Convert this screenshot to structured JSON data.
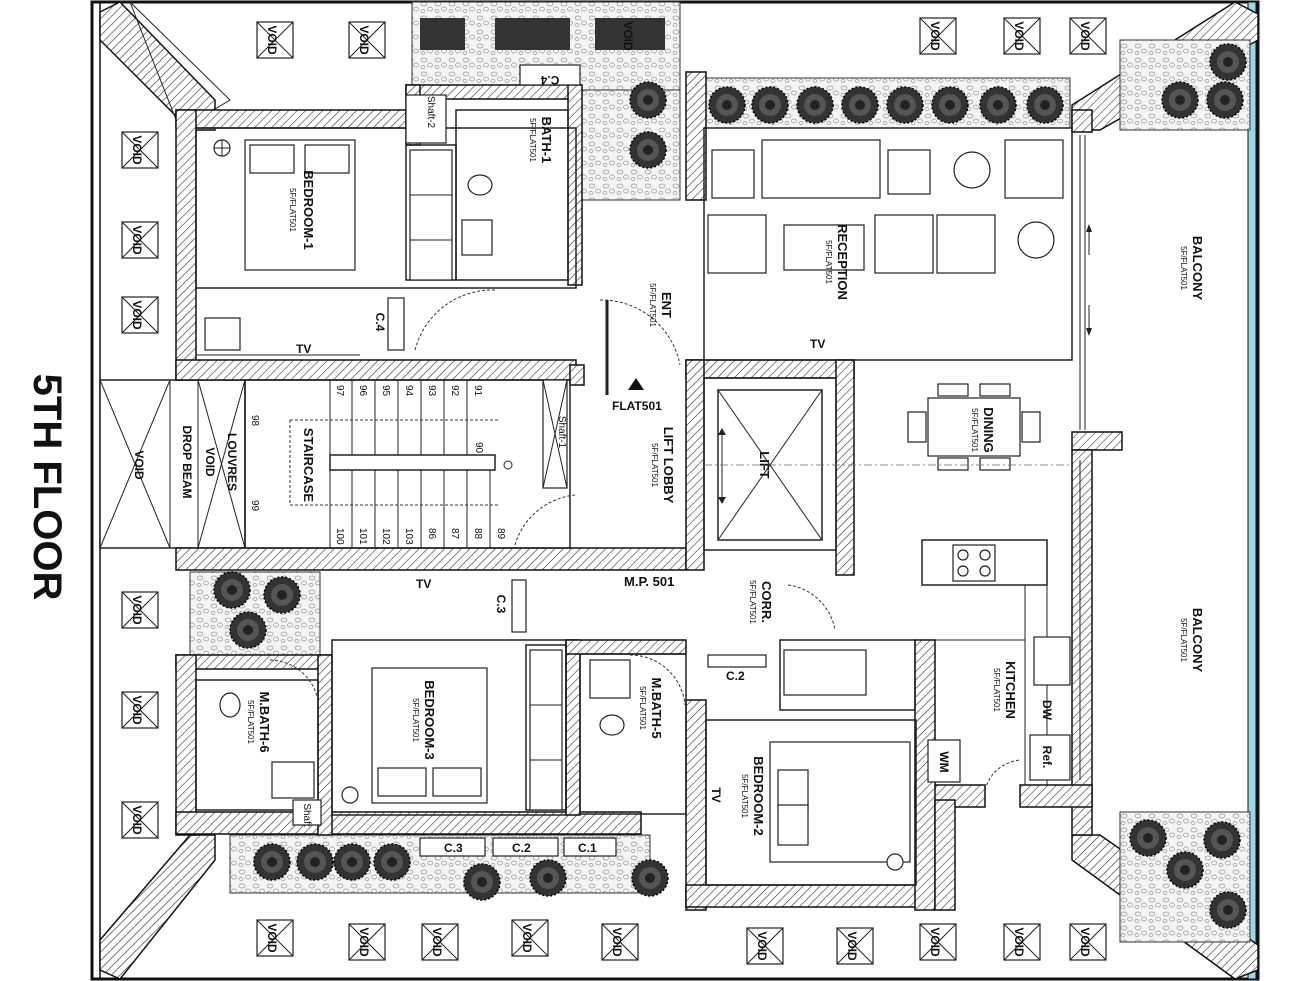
{
  "drawing": {
    "floor_title": "5TH FLOOR"
  },
  "rooms": {
    "bedroom1": "BEDROOM-1",
    "bedroom2": "BEDROOM-2",
    "bedroom3": "BEDROOM-3",
    "bath1": "BATH-1",
    "mbath5": "M.BATH-5",
    "mbath6": "M.BATH-6",
    "reception": "RECEPTION",
    "dining": "DINING",
    "kitchen": "KITCHEN",
    "balcony_top": "BALCONY",
    "balcony_bottom": "BALCONY",
    "ent": "ENT",
    "corr": "CORR.",
    "lift_lobby": "LIFT LOBBY",
    "lift": "LIFT",
    "staircase": "STAIRCASE",
    "flat_tag": "5F/FLAT501"
  },
  "labels": {
    "flat": "FLAT501",
    "mp": "M.P. 501",
    "tv": "TV",
    "c1": "C.1",
    "c2": "C.2",
    "c3": "C.3",
    "c4": "C.4",
    "shaft1": "Shaft-1",
    "shaft2": "Shaft-2",
    "shaft": "Shaft",
    "void": "VOID",
    "louvres": "LOUVRES",
    "drop_beam": "DROP BEAM",
    "dw": "DW",
    "ref": "Ref.",
    "wm": "WM"
  },
  "stairs": {
    "upper": [
      "97",
      "96",
      "95",
      "94",
      "93",
      "92",
      "91"
    ],
    "lower": [
      "100",
      "101",
      "102",
      "103",
      "86",
      "87",
      "88",
      "89"
    ],
    "side_upper": "98",
    "side_lower": "99",
    "landing": "90"
  },
  "colors": {
    "line": "#111111",
    "background": "#ffffff",
    "glass": "#9ad7e8"
  }
}
